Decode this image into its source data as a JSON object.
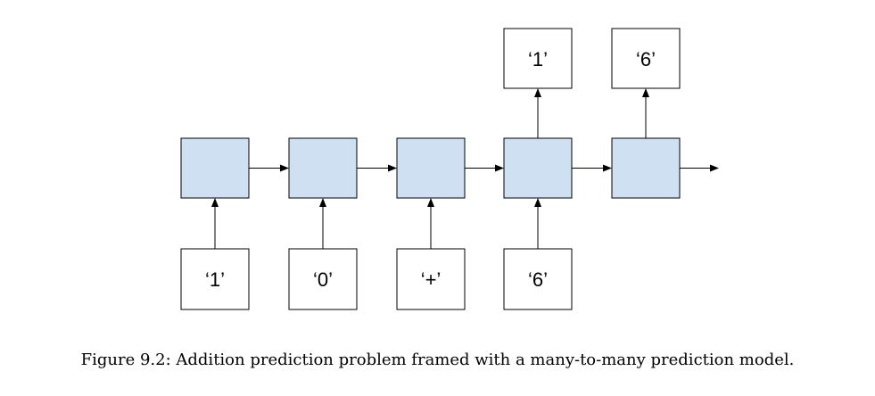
{
  "diagram": {
    "colors": {
      "cell_fill": "#cfe0f2",
      "box_fill": "#ffffff",
      "stroke": "#000000"
    },
    "inputs": [
      "‘1’",
      "‘0’",
      "‘+’",
      "‘6’"
    ],
    "outputs": [
      "‘1’",
      "‘6’"
    ]
  },
  "caption": "Figure 9.2: Addition prediction problem framed with a many-to-many prediction model."
}
